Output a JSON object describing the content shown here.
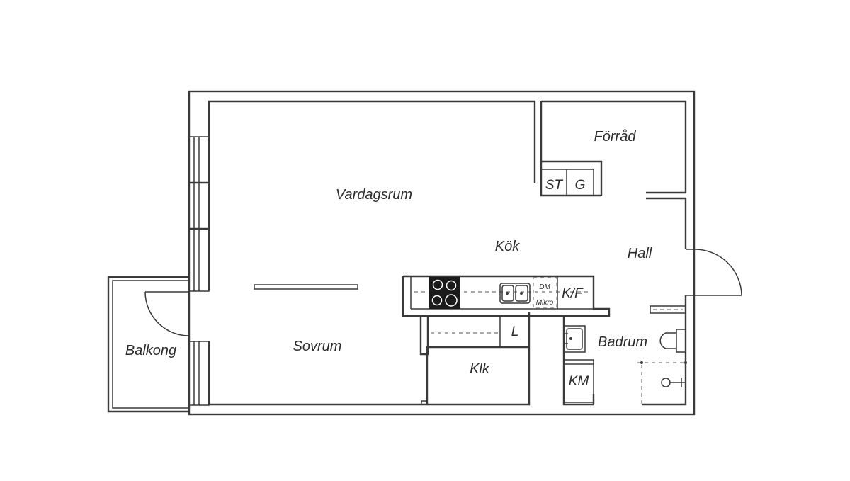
{
  "rooms": {
    "vardagsrum": "Vardagsrum",
    "kok": "Kök",
    "forrad": "Förråd",
    "hall": "Hall",
    "sovrum": "Sovrum",
    "balkong": "Balkong",
    "klk": "Klk",
    "badrum": "Badrum"
  },
  "fixtures": {
    "st": "ST",
    "g": "G",
    "dm": "DM",
    "mikro": "Mikro",
    "kf": "K/F",
    "l": "L",
    "km": "KM"
  },
  "colors": {
    "wall": "#3a3a3a",
    "hob": "#1a1a1a",
    "text": "#2b2b2b"
  }
}
